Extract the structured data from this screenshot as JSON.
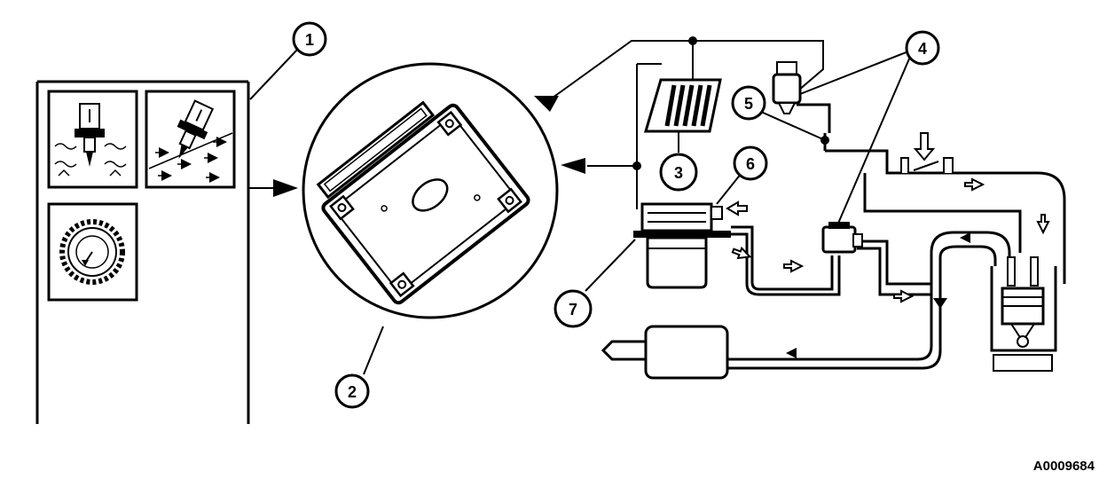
{
  "figure": {
    "id": "A0009684",
    "callouts": [
      "1",
      "2",
      "3",
      "4",
      "5",
      "6",
      "7"
    ]
  },
  "colors": {
    "line": "#000000",
    "background": "#ffffff",
    "hatch": "#555555"
  },
  "icons": [
    "temperature-sensor-icon",
    "airflow-sensor-icon",
    "reluctor-wheel-icon",
    "control-module-icon",
    "canister-icon",
    "purge-valve-icon",
    "muffler-icon",
    "engine-cylinder-icon"
  ]
}
